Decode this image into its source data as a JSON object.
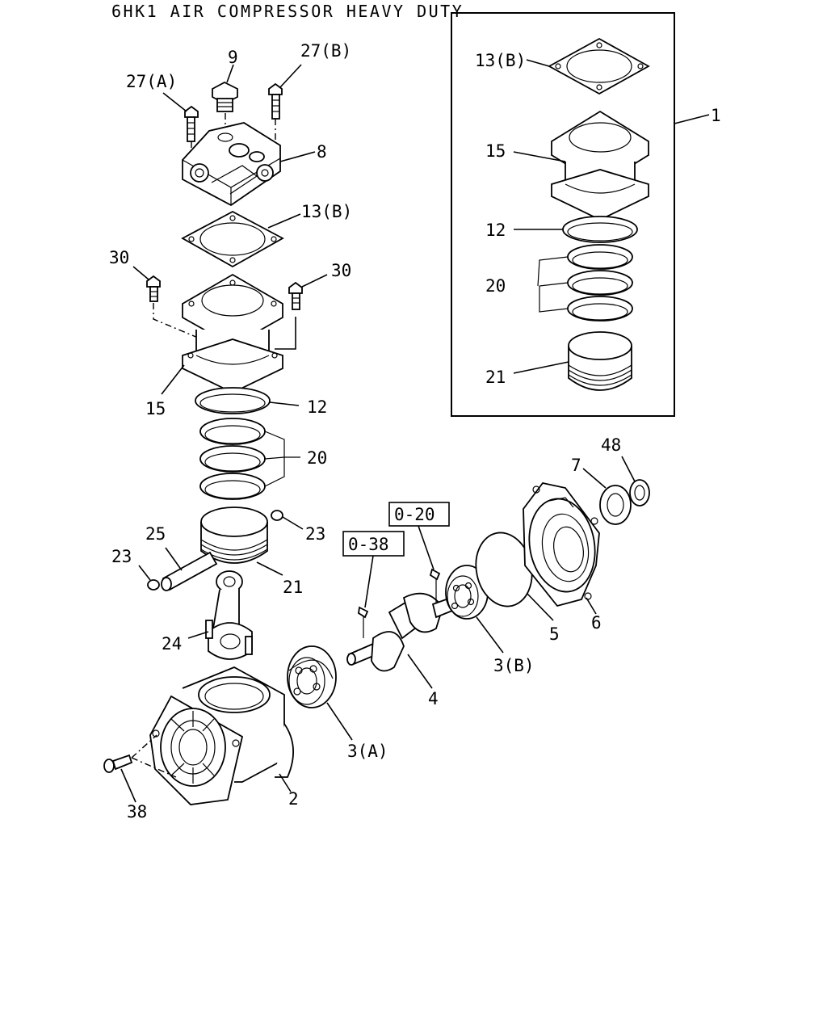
{
  "title": "6HK1 AIR COMPRESSOR HEAVY DUTY",
  "callouts": {
    "c1": "1",
    "c2": "2",
    "c3a": "3(A)",
    "c3b": "3(B)",
    "c4": "4",
    "c5": "5",
    "c6": "6",
    "c7": "7",
    "c8": "8",
    "c9": "9",
    "c12": "12",
    "c12k": "12",
    "c13b": "13(B)",
    "c13bk": "13(B)",
    "c15": "15",
    "c15k": "15",
    "c20": "20",
    "c20k": "20",
    "c21": "21",
    "c21k": "21",
    "c23l": "23",
    "c23r": "23",
    "c24": "24",
    "c25": "25",
    "c27a": "27(A)",
    "c27b": "27(B)",
    "c30l": "30",
    "c30r": "30",
    "c38": "38",
    "c48": "48"
  },
  "refs": {
    "r020": "0-20",
    "r038": "0-38"
  }
}
